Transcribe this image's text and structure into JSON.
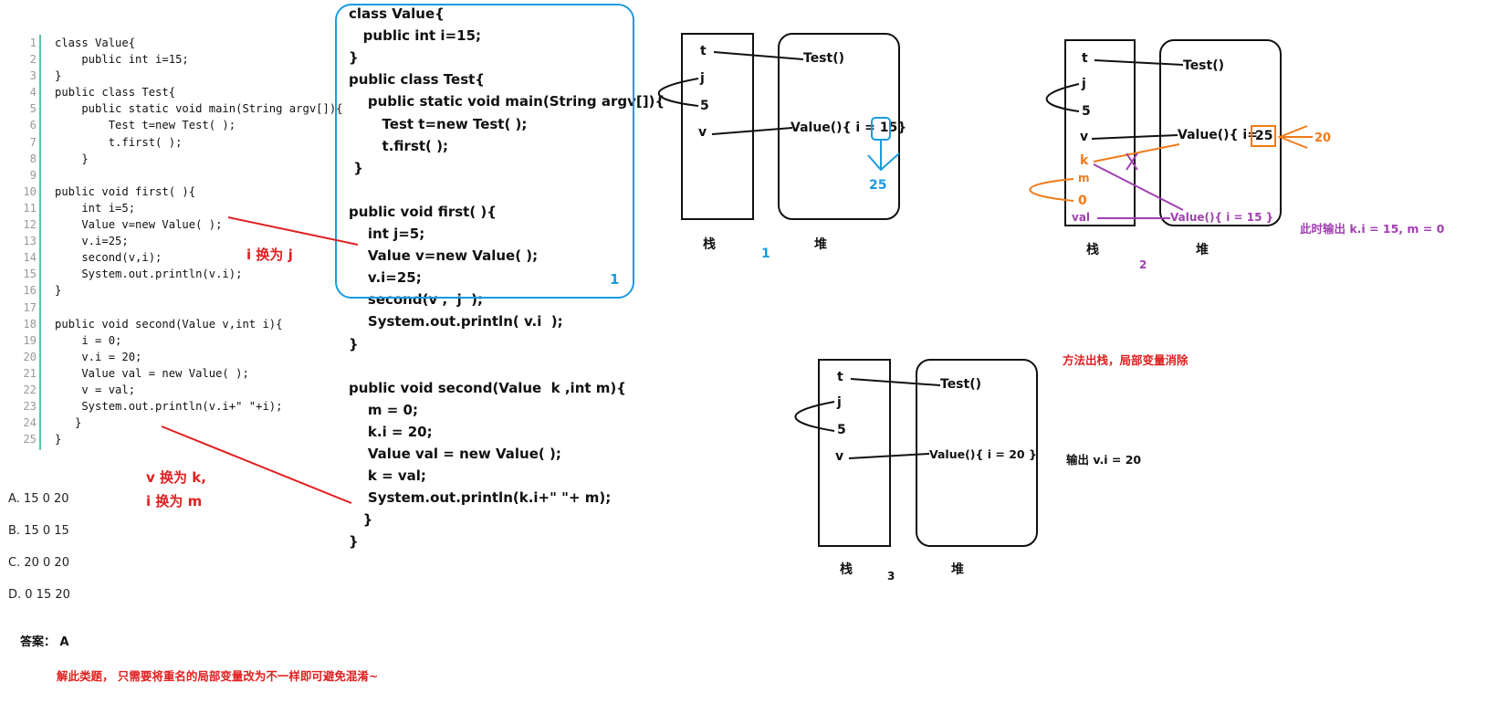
{
  "code_listing": [
    {
      "n": "1",
      "t": "class Value{"
    },
    {
      "n": "2",
      "t": "    public int i=15;"
    },
    {
      "n": "3",
      "t": "}"
    },
    {
      "n": "4",
      "t": "public class Test{"
    },
    {
      "n": "5",
      "t": "    public static void main(String argv[]){"
    },
    {
      "n": "6",
      "t": "        Test t=new Test( );"
    },
    {
      "n": "7",
      "t": "        t.first( );"
    },
    {
      "n": "8",
      "t": "    }"
    },
    {
      "n": "9",
      "t": ""
    },
    {
      "n": "10",
      "t": "public void first( ){"
    },
    {
      "n": "11",
      "t": "    int i=5;"
    },
    {
      "n": "12",
      "t": "    Value v=new Value( );"
    },
    {
      "n": "13",
      "t": "    v.i=25;"
    },
    {
      "n": "14",
      "t": "    second(v,i);"
    },
    {
      "n": "15",
      "t": "    System.out.println(v.i);"
    },
    {
      "n": "16",
      "t": "}"
    },
    {
      "n": "17",
      "t": ""
    },
    {
      "n": "18",
      "t": "public void second(Value v,int i){"
    },
    {
      "n": "19",
      "t": "    i = 0;"
    },
    {
      "n": "20",
      "t": "    v.i = 20;"
    },
    {
      "n": "21",
      "t": "    Value val = new Value( );"
    },
    {
      "n": "22",
      "t": "    v = val;"
    },
    {
      "n": "23",
      "t": "    System.out.println(v.i+\" \"+i);"
    },
    {
      "n": "24",
      "t": "   }"
    },
    {
      "n": "25",
      "t": "}"
    }
  ],
  "annotations": {
    "i_to_j": "i  换为 j",
    "v_to_k": "v 换为 k,",
    "i_to_m": "i  换为 m"
  },
  "options": [
    "A. 15 0 20",
    "B. 15 0 15",
    "C. 20 0 20",
    "D. 0 15 20"
  ],
  "answer": "答案：  A",
  "explanation": "解此类题， 只需要将重名的局部变量改为不一样即可避免混淆~",
  "rewritten_code": [
    "class Value{",
    "   public int i=15;",
    "}",
    "public class Test{",
    "    public static void main(String argv[]){",
    "       Test t=new Test( );",
    "       t.first( );",
    " }",
    "",
    "public void first( ){",
    "    int j=5;",
    "    Value v=new Value( );",
    "    v.i=25;",
    "    second(v ,  j  );",
    "    System.out.println( v.i  );",
    "}",
    "",
    "public void second(Value  k ,int m){",
    "    m = 0;",
    "    k.i = 20;",
    "    Value val = new Value( );",
    "    k = val;",
    "    System.out.println(k.i+\" \"+ m);",
    "   }",
    "}"
  ],
  "highlight_label": "1",
  "diagram1": {
    "stack_vars": [
      "t",
      "j",
      "5",
      "v"
    ],
    "heap_items": [
      "Test()",
      "Value(){ i = ",
      "15",
      "}"
    ],
    "new_value": "25",
    "stack_label": "栈",
    "heap_label": "堆",
    "number": "1"
  },
  "diagram2": {
    "stack_vars": [
      "t",
      "j",
      "5",
      "v"
    ],
    "param_vars": [
      "k",
      "m",
      "0",
      "val"
    ],
    "heap_items": [
      "Test()",
      "Value(){ i=",
      "25",
      "Value(){  i = 15 }"
    ],
    "assigned_value": "20",
    "output_note": "此时输出 k.i = 15,  m = 0",
    "stack_label": "栈",
    "heap_label": "堆",
    "number": "2"
  },
  "diagram3": {
    "stack_vars": [
      "t",
      "j",
      "5",
      "v"
    ],
    "heap_items": [
      "Test()",
      "Value(){ i = 20  }"
    ],
    "pop_note": "方法出栈，局部变量消除",
    "output_note": "输出  v.i = 20",
    "stack_label": "栈",
    "heap_label": "堆",
    "number": "3"
  },
  "colors": {
    "red": "#e02020",
    "blue": "#1a9be0",
    "orange": "#f07a1a",
    "purple": "#a040b0",
    "gutter": "#59c79a"
  }
}
